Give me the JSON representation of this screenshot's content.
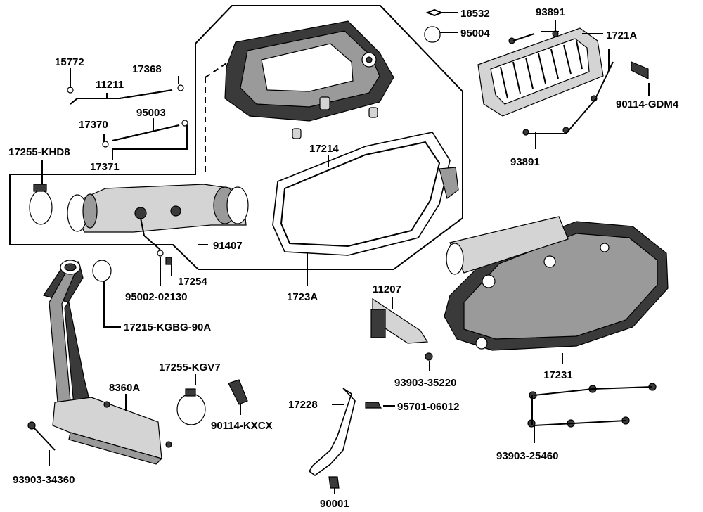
{
  "diagram": {
    "part_labels": [
      "18532",
      "93891",
      "95004",
      "1721A",
      "15772",
      "17368",
      "11211",
      "90114-GDM4",
      "17370",
      "95003",
      "17255-KHD8",
      "17371",
      "17214",
      "93891",
      "91407",
      "95002-02130",
      "17254",
      "1723A",
      "11207",
      "17215-KGBG-90A",
      "17255-KGV7",
      "17231",
      "8360A",
      "93903-35220",
      "17228",
      "95701-06012",
      "90114-KXCX",
      "93903-25460",
      "93903-34360",
      "90001"
    ]
  }
}
